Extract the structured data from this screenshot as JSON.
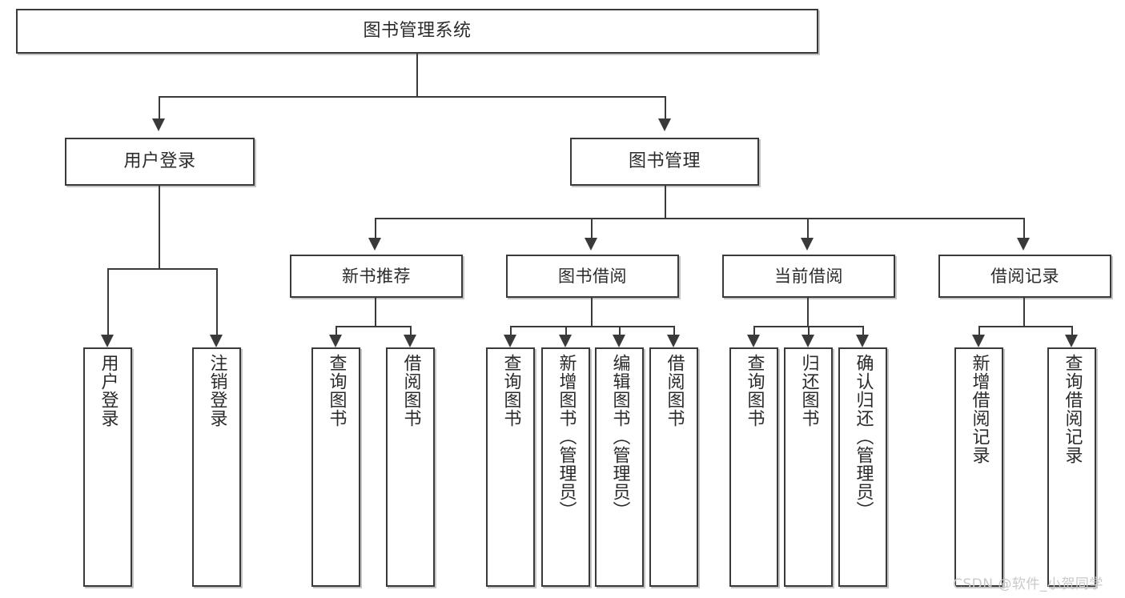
{
  "diagram": {
    "type": "tree-hierarchy-chart",
    "title": "图书管理系统",
    "root": {
      "label": "图书管理系统"
    },
    "level2": [
      {
        "label": "用户登录"
      },
      {
        "label": "图书管理"
      }
    ],
    "level3": [
      {
        "label": "新书推荐"
      },
      {
        "label": "图书借阅"
      },
      {
        "label": "当前借阅"
      },
      {
        "label": "借阅记录"
      }
    ],
    "leaves": {
      "user_login": [
        {
          "label": "用户登录"
        },
        {
          "label": "注销登录"
        }
      ],
      "new_book_recommend": [
        {
          "label": "查询图书"
        },
        {
          "label": "借阅图书"
        }
      ],
      "book_borrow": [
        {
          "label": "查询图书"
        },
        {
          "label": "新增图书（管理员）"
        },
        {
          "label": "编辑图书（管理员）"
        },
        {
          "label": "借阅图书"
        }
      ],
      "current_borrow": [
        {
          "label": "查询图书"
        },
        {
          "label": "归还图书"
        },
        {
          "label": "确认归还（管理员）"
        }
      ],
      "borrow_record": [
        {
          "label": "新增借阅记录"
        },
        {
          "label": "查询借阅记录"
        }
      ]
    }
  },
  "watermark": {
    "text": "CSDN @软件_小贺同学"
  },
  "colors": {
    "stroke": "#3a3a3a",
    "text": "#2b2b2b",
    "background": "#ffffff",
    "watermark": "#c9c9c9"
  }
}
